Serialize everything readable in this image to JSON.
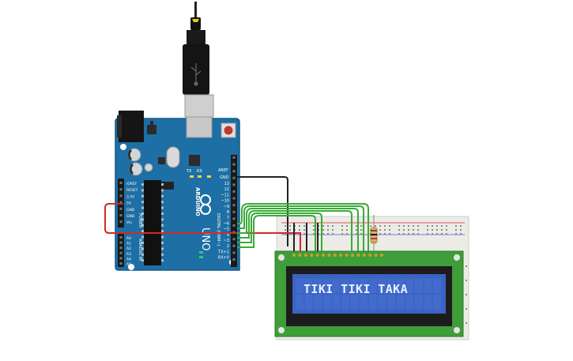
{
  "canvas": {
    "background": "#ffffff"
  },
  "arduino": {
    "brand": "ARDUINO",
    "model": "UNO",
    "aref": "AREF",
    "gnd": "GND",
    "tx": "TX",
    "rx": "RX",
    "digital_label": "DIGITAL (PWM~)",
    "power_label": "POWER",
    "analog_label": "ANALOG IN",
    "digital_pins": [
      "13",
      "12",
      "~11",
      "~10",
      "~9",
      "8",
      "7",
      "~6",
      "~5",
      "4",
      "~3",
      "2",
      "TX+1",
      "RX+0"
    ],
    "power_pins": [
      "IOREF",
      "RESET",
      "3.3V",
      "5V",
      "GND",
      "GND",
      "Vin"
    ],
    "analog_pins": [
      "A0",
      "A1",
      "A2",
      "A3",
      "A4",
      "A5"
    ],
    "board_color": "#1d6fa5",
    "usb_icon": "usb-icon"
  },
  "lcd": {
    "text": "TIKI TIKI TAKA",
    "pcb_color": "#3f9d3a",
    "screen_color": "#3a63c4"
  },
  "breadboard": {
    "color": "#ecebe6"
  },
  "wires": {
    "power_color": "#d62828",
    "ground_color": "#222222",
    "data_color": "#3aaa3a"
  }
}
